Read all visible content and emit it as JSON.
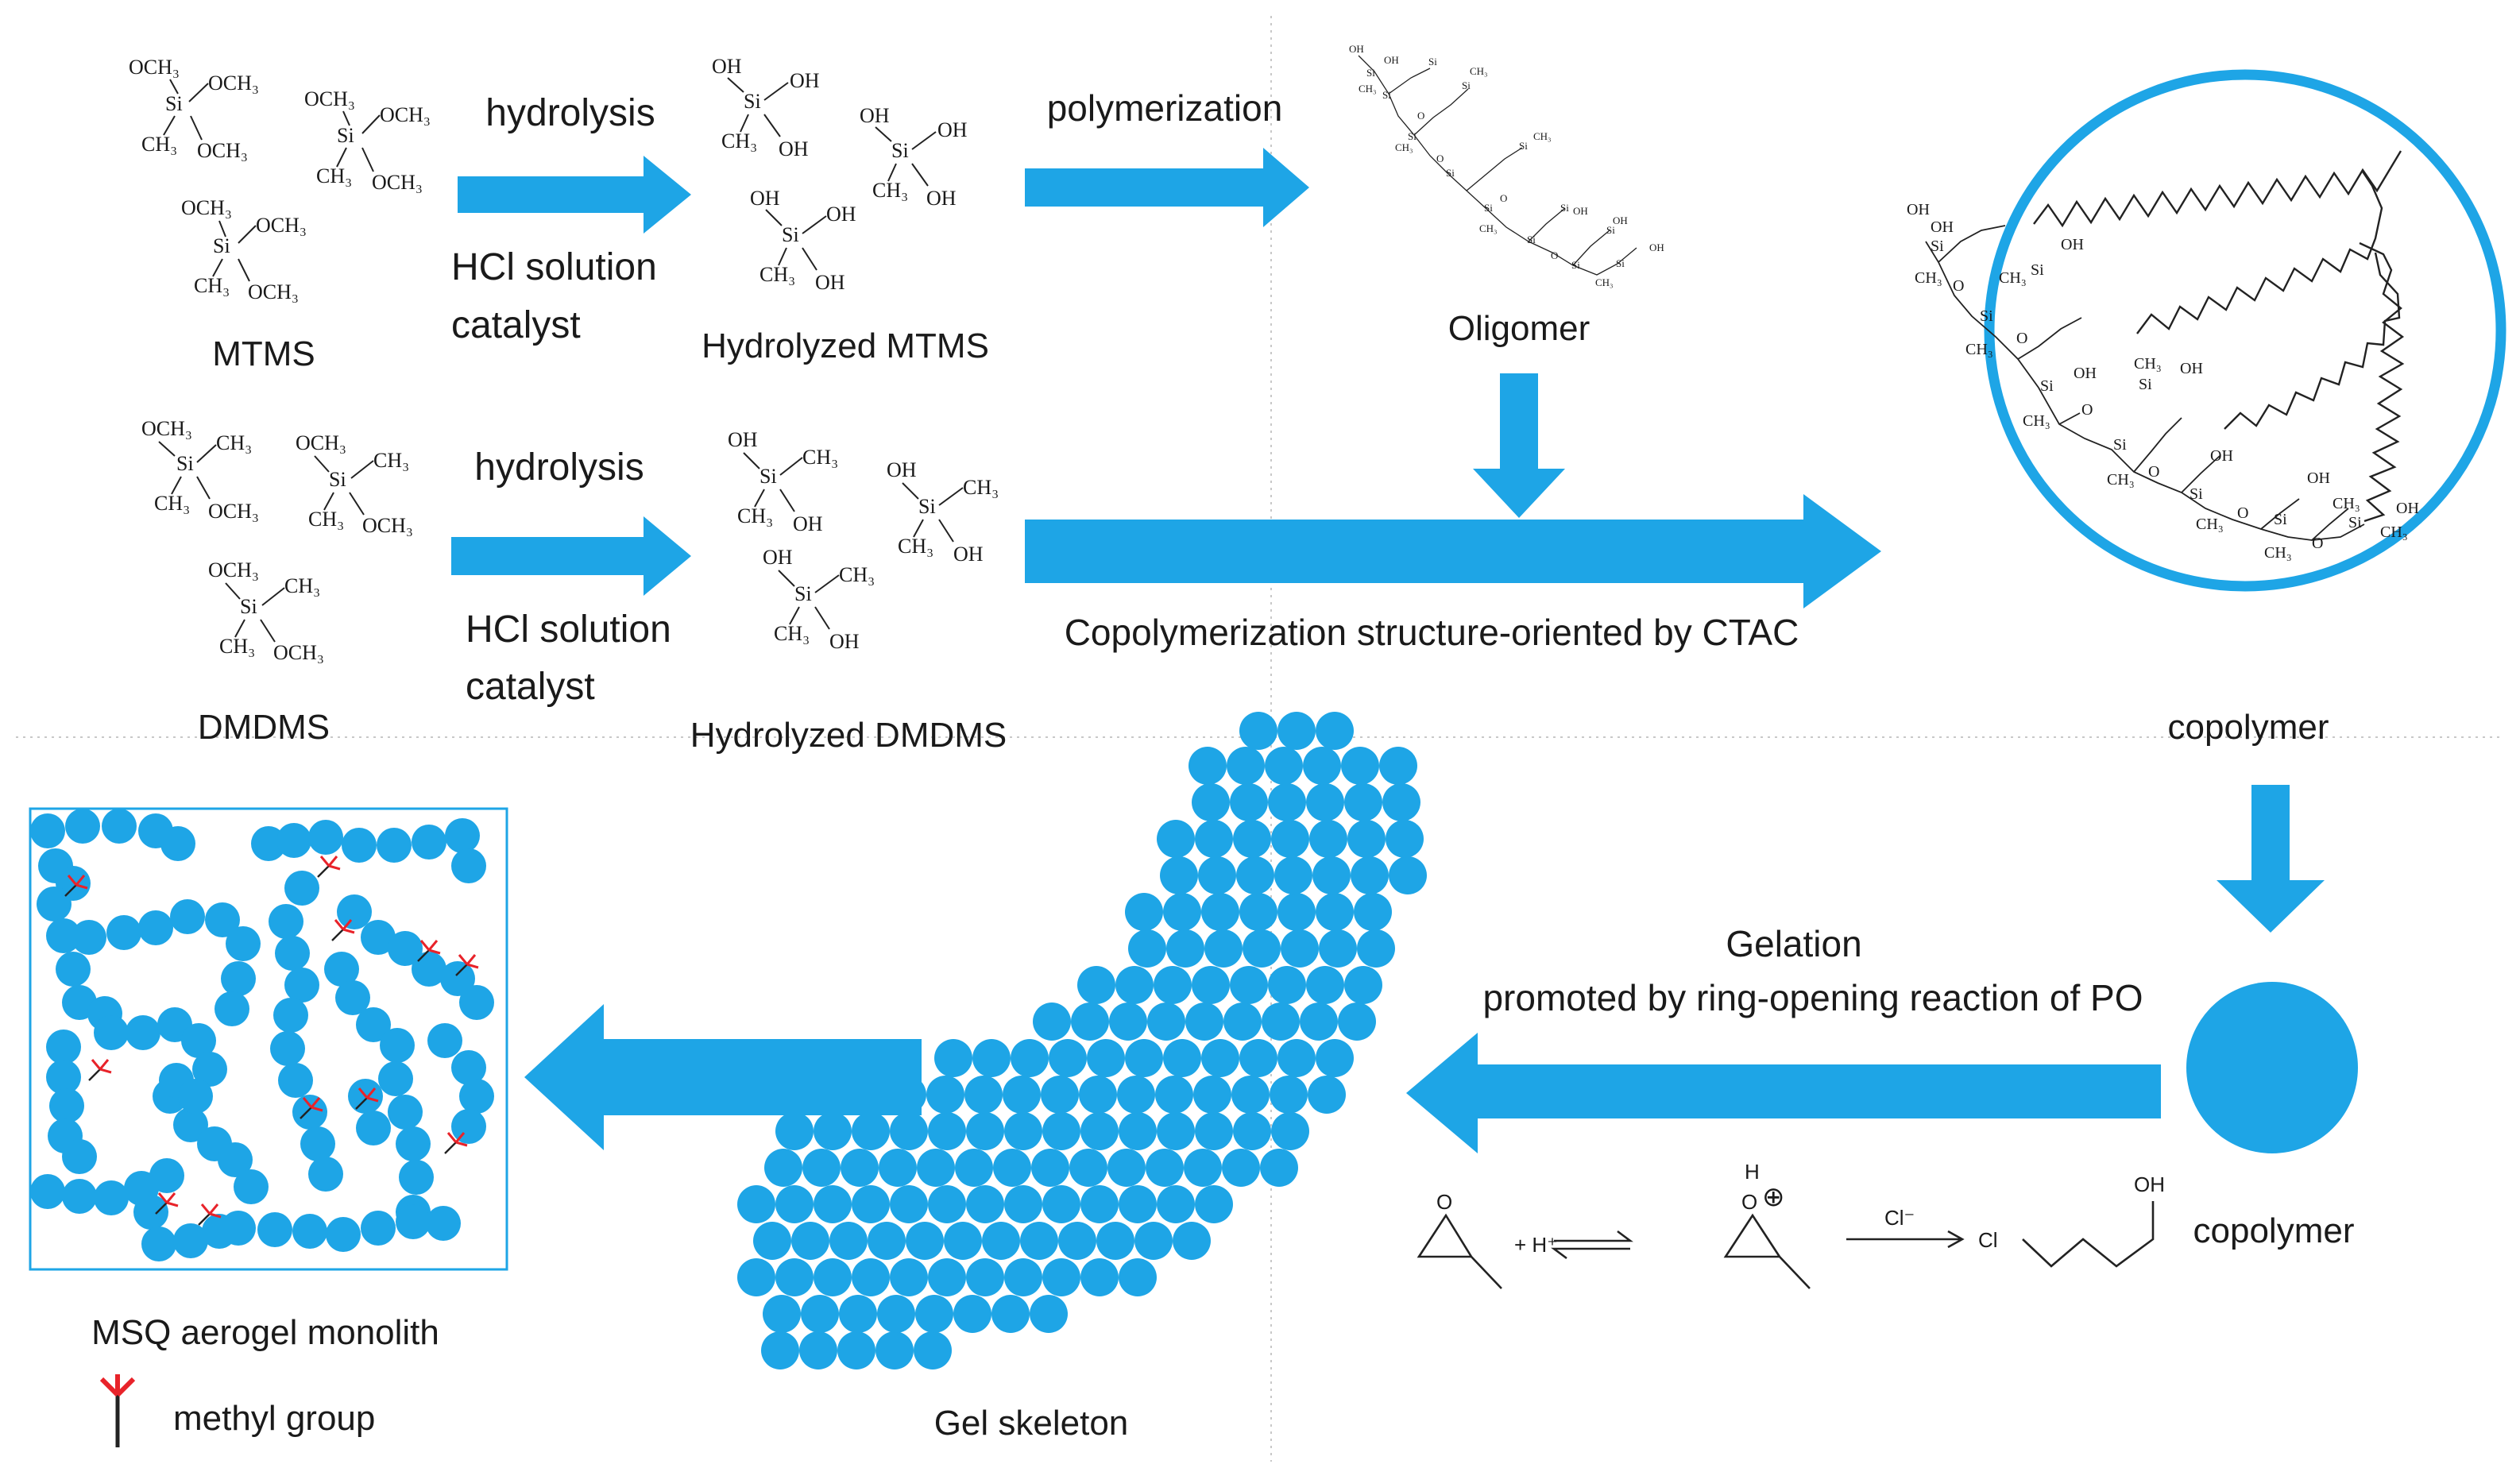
{
  "colors": {
    "accent": "#1EA5E6",
    "methyl": "#E8232A",
    "text": "#1a1a1a",
    "bond": "#222222",
    "divider": "#c8c8c8"
  },
  "labels": {
    "mtms": "MTMS",
    "hydrolysis_top": "hydrolysis",
    "hcl_top_line1": "HCl solution",
    "hcl_top_line2": "catalyst",
    "hydrolyzed_mtms": "Hydrolyzed MTMS",
    "polymerization": "polymerization",
    "oligomer": "Oligomer",
    "dmdms": "DMDMS",
    "hydrolysis_bottom": "hydrolysis",
    "hcl_bottom_line1": "HCl solution",
    "hcl_bottom_line2": "catalyst",
    "hydrolyzed_dmdms": "Hydrolyzed DMDMS",
    "copolymerization": "Copolymerization structure-oriented by CTAC",
    "copolymer_top": "copolymer",
    "gelation": "Gelation",
    "promoted": "promoted  by ring-opening reaction of PO",
    "copolymer_bottom": "copolymer",
    "gel_skeleton": "Gel skeleton",
    "msq": "MSQ aerogel monolith",
    "methyl_group": "methyl group"
  },
  "formula": {
    "och3": "OCH₃",
    "ch3": "CH₃",
    "si": "Si",
    "oh": "OH",
    "o": "O",
    "hplus": "+ H⁺",
    "h": "H",
    "plus_circ": "⊕",
    "cl_minus": "Cl⁻",
    "cl": "Cl"
  }
}
